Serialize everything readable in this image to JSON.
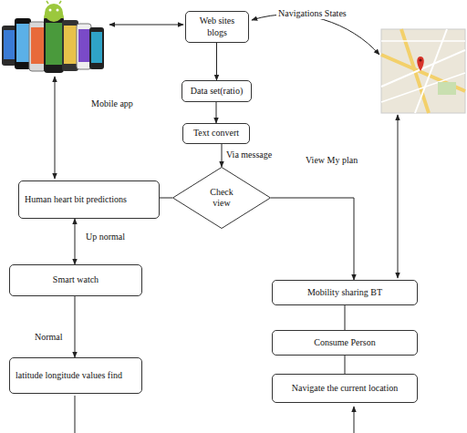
{
  "diagram": {
    "nodes": [
      {
        "text": [
          "Web sites blogs"
        ]
      },
      {
        "text": [
          "Data set(ratio)"
        ]
      },
      {
        "text": [
          "Text convert"
        ]
      },
      {
        "text": [
          "Human heart bit predictions"
        ]
      },
      {
        "text": [
          "Check view"
        ]
      },
      {
        "text": [
          "Smart watch"
        ]
      },
      {
        "text": [
          "Mobility sharing  BT"
        ]
      },
      {
        "text": [
          "Consume Person"
        ]
      },
      {
        "text": [
          "latitude longitude values find"
        ]
      },
      {
        "text": [
          "Navigate the current location"
        ]
      }
    ],
    "edges": [
      {
        "from": 0,
        "to": 1,
        "arrow": "to"
      },
      {
        "from": 1,
        "to": 2,
        "arrow": "to"
      },
      {
        "from": 2,
        "to": 4,
        "arrow": "to",
        "label": "Via message"
      },
      {
        "from": 4,
        "to": 3,
        "arrow": "none"
      },
      {
        "from": 4,
        "to": 6,
        "arrow": "to",
        "label": "View My plan"
      },
      {
        "from": 3,
        "to": 5,
        "arrow": "both",
        "label": "Up normal"
      },
      {
        "from": 5,
        "to": 8,
        "arrow": "to",
        "label": "Normal"
      },
      {
        "from": 6,
        "to": 7,
        "arrow": "none"
      },
      {
        "from": 7,
        "to": 9,
        "arrow": "none"
      }
    ],
    "labels": [
      "Navigations  States",
      "Mobile app"
    ]
  }
}
